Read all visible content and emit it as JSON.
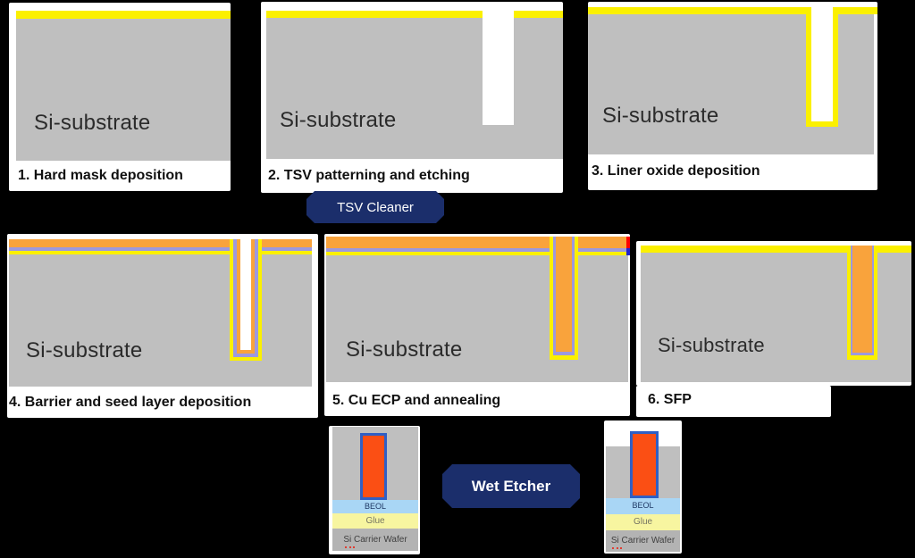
{
  "panels": [
    {
      "step": "1. Hard mask deposition",
      "substrate": "Si-substrate"
    },
    {
      "step": "2. TSV patterning and etching",
      "substrate": "Si-substrate"
    },
    {
      "step": "3. Liner oxide deposition",
      "substrate": "Si-substrate"
    },
    {
      "step": "4. Barrier and seed layer deposition",
      "substrate": "Si-substrate"
    },
    {
      "step": "5. Cu ECP and annealing",
      "substrate": "Si-substrate"
    },
    {
      "step": "6. SFP",
      "substrate": "Si-substrate"
    }
  ],
  "badges": {
    "tsv_cleaner": "TSV Cleaner",
    "wet_etcher": "Wet Etcher"
  },
  "insets": {
    "beol_label": "BEOL",
    "glue_label": "Glue",
    "carrier_label": "Si Carrier Wafer"
  },
  "colors": {
    "background": "#000000",
    "card": "#FFFFFF",
    "substrate_gray": "#BFBFBF",
    "hard_mask_yellow": "#FBF000",
    "barrier_purple": "#9D99DE",
    "seed_orange": "#F9A33C",
    "via_fill_orange_red": "#FB4F14",
    "via_border_blue": "#2F5FC5",
    "beol_blue": "#A9D6F5",
    "glue_yellow": "#F7F5A0",
    "carrier_gray": "#B3B3B3",
    "badge_navy": "#1B2E6B",
    "beol_text": "#1F3864",
    "glue_text": "#757562",
    "carrier_text": "#3F3F3F"
  }
}
